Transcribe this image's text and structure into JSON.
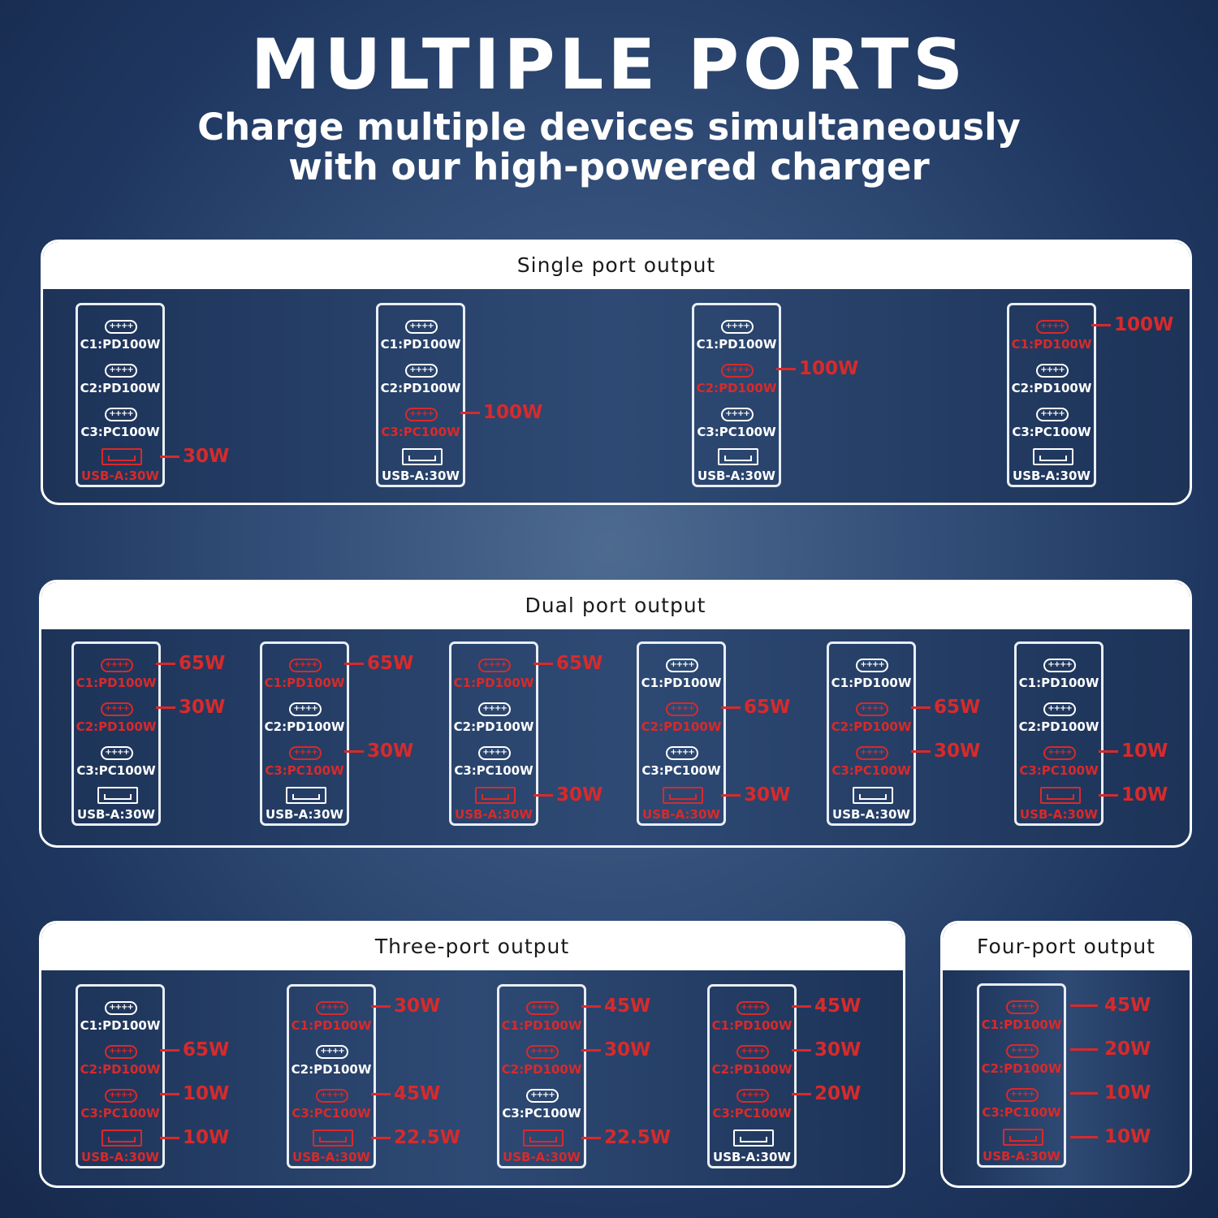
{
  "title": "MULTIPLE PORTS",
  "subtitle_line1": "Charge multiple devices simultaneously",
  "subtitle_line2": "with our high-powered charger",
  "accent_color": "#d82a2a",
  "ports": [
    {
      "label": "C1:PD100W",
      "icon": "usb-c-port-icon"
    },
    {
      "label": "C2:PD100W",
      "icon": "usb-c-port-icon"
    },
    {
      "label": "C3:PC100W",
      "icon": "usb-c-port-icon"
    },
    {
      "label": "USB-A:30W",
      "icon": "usb-a-port-icon"
    }
  ],
  "sections": [
    {
      "title": "Single port output",
      "configs": [
        [
          null,
          null,
          null,
          "30W"
        ],
        [
          null,
          null,
          "100W",
          null
        ],
        [
          null,
          "100W",
          null,
          null
        ],
        [
          "100W",
          null,
          null,
          null
        ]
      ]
    },
    {
      "title": "Dual port output",
      "configs": [
        [
          "65W",
          "30W",
          null,
          null
        ],
        [
          "65W",
          null,
          "30W",
          null
        ],
        [
          "65W",
          null,
          null,
          "30W"
        ],
        [
          null,
          "65W",
          null,
          "30W"
        ],
        [
          null,
          "65W",
          "30W",
          null
        ],
        [
          null,
          null,
          "10W",
          "10W"
        ]
      ]
    },
    {
      "title": "Three-port output",
      "configs": [
        [
          null,
          "65W",
          "10W",
          "10W"
        ],
        [
          "30W",
          null,
          "45W",
          "22.5W"
        ],
        [
          "45W",
          "30W",
          null,
          "22.5W"
        ],
        [
          "45W",
          "30W",
          "20W",
          null
        ]
      ]
    },
    {
      "title": "Four-port output",
      "configs": [
        [
          "45W",
          "20W",
          "10W",
          "10W"
        ]
      ]
    }
  ]
}
